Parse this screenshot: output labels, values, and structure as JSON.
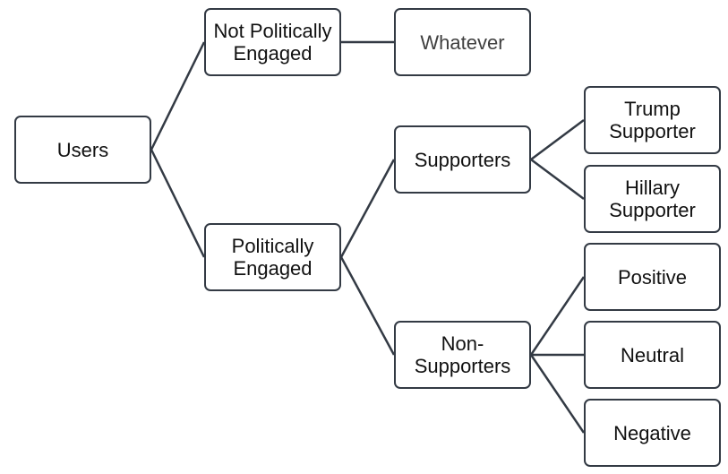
{
  "nodes": {
    "users": "Users",
    "not_engaged": "Not Politically\nEngaged",
    "whatever": "Whatever",
    "engaged": "Politically\nEngaged",
    "supporters": "Supporters",
    "non_supporters": "Non-\nSupporters",
    "trump": "Trump\nSupporter",
    "hillary": "Hillary\nSupporter",
    "positive": "Positive",
    "neutral": "Neutral",
    "negative": "Negative"
  },
  "edges": [
    [
      "users",
      "not_engaged"
    ],
    [
      "users",
      "engaged"
    ],
    [
      "not_engaged",
      "whatever"
    ],
    [
      "engaged",
      "supporters"
    ],
    [
      "engaged",
      "non_supporters"
    ],
    [
      "supporters",
      "trump"
    ],
    [
      "supporters",
      "hillary"
    ],
    [
      "non_supporters",
      "positive"
    ],
    [
      "non_supporters",
      "neutral"
    ],
    [
      "non_supporters",
      "negative"
    ]
  ],
  "colors": {
    "line": "#333a44",
    "border": "#333a44",
    "text": "#111111"
  }
}
